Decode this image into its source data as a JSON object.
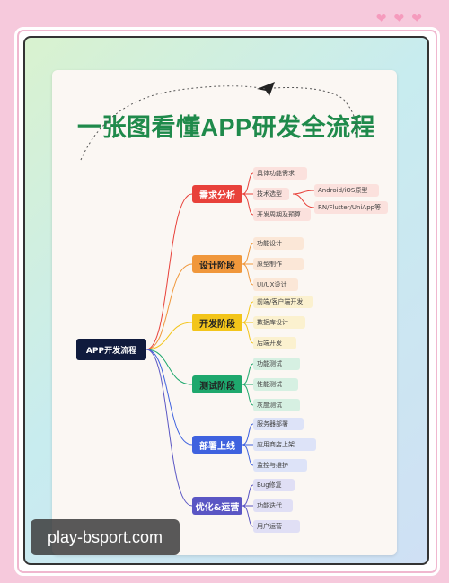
{
  "title": "一张图看懂APP研发全流程",
  "root": {
    "label": "APP开发流程"
  },
  "stages": [
    {
      "label": "需求分析",
      "color": "#e8413a",
      "text_color": "#ffffff",
      "leaf_bg": "#fbe1dd",
      "items": [
        "具体功能需求",
        "技术选型",
        "开发周期及预算"
      ],
      "subitems": [
        "Android/iOS原型",
        "RN/Flutter/UniApp等"
      ]
    },
    {
      "label": "设计阶段",
      "color": "#f0973b",
      "text_color": "#222222",
      "leaf_bg": "#fbe7d7",
      "items": [
        "功能设计",
        "原型制作",
        "UI/UX设计"
      ]
    },
    {
      "label": "开发阶段",
      "color": "#f3c51a",
      "text_color": "#222222",
      "leaf_bg": "#fbf1cf",
      "items": [
        "前端/客户端开发",
        "数据库设计",
        "后端开发"
      ]
    },
    {
      "label": "测试阶段",
      "color": "#1ea86d",
      "text_color": "#222222",
      "leaf_bg": "#d6f0e2",
      "items": [
        "功能测试",
        "性能测试",
        "灰度测试"
      ]
    },
    {
      "label": "部署上线",
      "color": "#3f62df",
      "text_color": "#ffffff",
      "leaf_bg": "#dde3f8",
      "items": [
        "服务器部署",
        "应用商店上架",
        "监控与维护"
      ]
    },
    {
      "label": "优化&运营",
      "color": "#5a56c4",
      "text_color": "#ffffff",
      "leaf_bg": "#e0dff5",
      "items": [
        "Bug修复",
        "功能迭代",
        "用户运营"
      ]
    }
  ],
  "watermark": "play-bsport.com",
  "decor": {
    "hearts": [
      "heart-icon",
      "heart-icon",
      "heart-icon"
    ],
    "plane": "paper-plane-icon"
  }
}
